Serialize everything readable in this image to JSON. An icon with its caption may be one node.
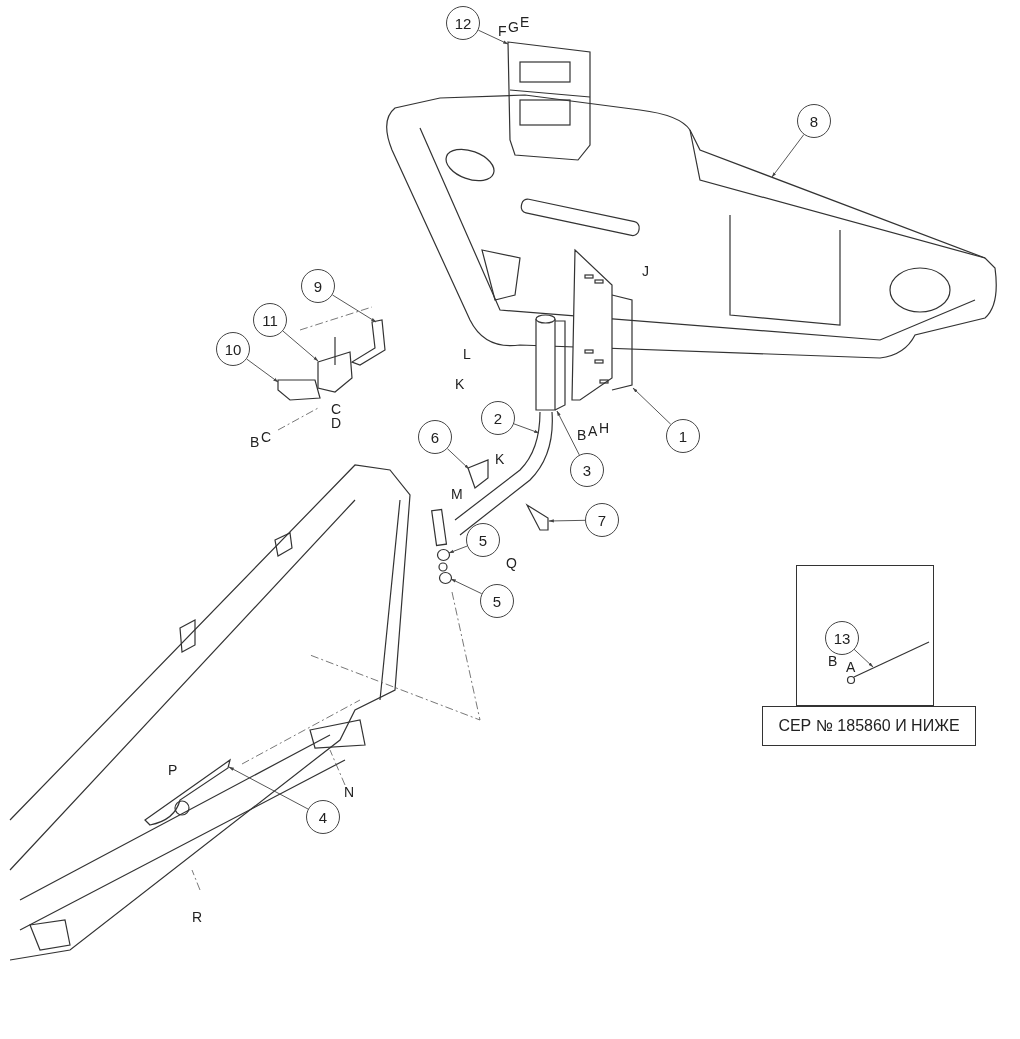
{
  "diagram": {
    "nodes": [
      {
        "text": [
          "12"
        ]
      },
      {
        "text": [
          "8"
        ]
      },
      {
        "text": [
          "9"
        ]
      },
      {
        "text": [
          "11"
        ]
      },
      {
        "text": [
          "10"
        ]
      },
      {
        "text": [
          "1"
        ]
      },
      {
        "text": [
          "2"
        ]
      },
      {
        "text": [
          "6"
        ]
      },
      {
        "text": [
          "3"
        ]
      },
      {
        "text": [
          "7"
        ]
      },
      {
        "text": [
          "5"
        ]
      },
      {
        "text": [
          "5"
        ]
      },
      {
        "text": [],
        "shape": "box"
      },
      {
        "text": [
          "13"
        ],
        "in": 12
      },
      {
        "text": [
          "4"
        ]
      },
      {
        "text": [
          "СЕР № 185860 И НИЖЕ"
        ]
      },
      {
        "text": [],
        "shape": "picture"
      },
      {
        "text": [],
        "shape": "picture"
      },
      {
        "text": [],
        "shape": "picture"
      },
      {
        "text": [],
        "shape": "picture"
      },
      {
        "text": [],
        "shape": "picture"
      },
      {
        "text": [],
        "shape": "picture"
      },
      {
        "text": [],
        "shape": "picture"
      },
      {
        "text": [],
        "shape": "cylinder"
      },
      {
        "text": [],
        "shape": "picture",
        "in": 22
      },
      {
        "text": [],
        "shape": "picture",
        "in": 22
      },
      {
        "text": [],
        "shape": "circle"
      },
      {
        "text": [],
        "shape": "circle"
      },
      {
        "text": [],
        "shape": "picture",
        "in": 12
      },
      {
        "text": [],
        "shape": "picture"
      }
    ],
    "edges": [
      {
        "from": 0,
        "to": 16,
        "arrow": "to"
      },
      {
        "from": 1,
        "to": 17,
        "arrow": "to"
      },
      {
        "from": 2,
        "to": 18,
        "arrow": "to"
      },
      {
        "from": 3,
        "to": 19,
        "arrow": "to"
      },
      {
        "from": 4,
        "to": 20,
        "arrow": "to"
      },
      {
        "from": 5,
        "to": 21,
        "arrow": "to"
      },
      {
        "from": 6,
        "to": 22,
        "arrow": "to"
      },
      {
        "from": 7,
        "to": 24,
        "arrow": "to"
      },
      {
        "from": 8,
        "to": 23,
        "arrow": "to"
      },
      {
        "from": 9,
        "to": 25,
        "arrow": "to"
      },
      {
        "from": 10,
        "to": 26,
        "arrow": "to"
      },
      {
        "from": 11,
        "to": 27,
        "arrow": "to"
      },
      {
        "from": 13,
        "to": 28,
        "arrow": "to"
      },
      {
        "from": 14,
        "to": 29,
        "arrow": "to"
      }
    ],
    "labels": [
      "F",
      "G",
      "E",
      "J",
      "L",
      "K",
      "C",
      "D",
      "B",
      "C",
      "B",
      "A",
      "H",
      "K",
      "M",
      "Q",
      "B",
      "A",
      "P",
      "N",
      "R"
    ]
  }
}
